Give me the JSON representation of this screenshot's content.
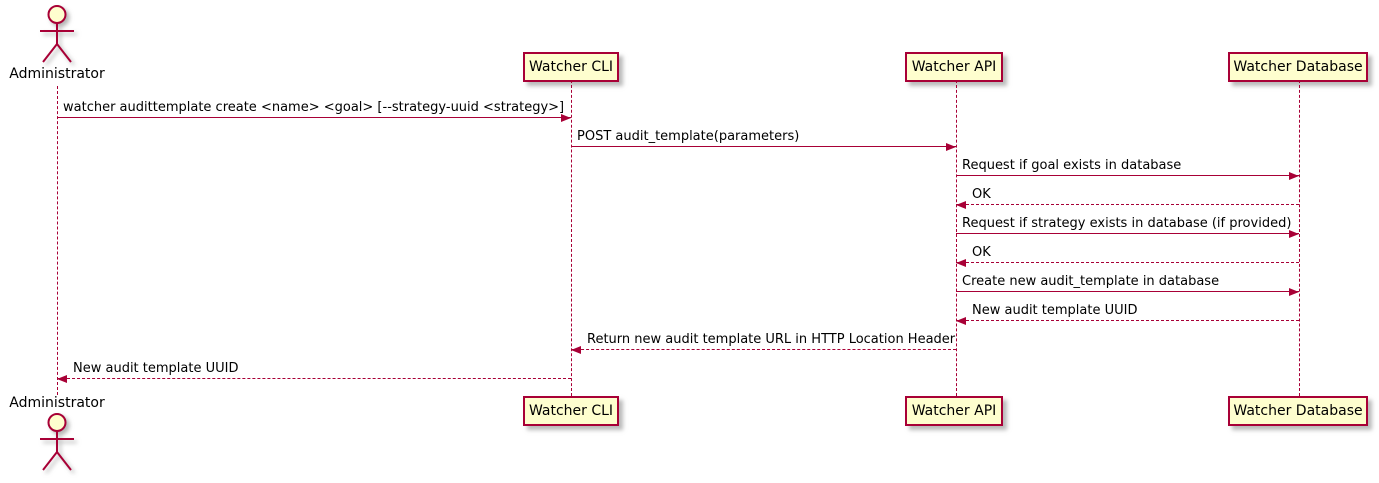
{
  "diagram": {
    "type": "sequence",
    "colors": {
      "accent": "#A80036",
      "participant_fill": "#FEFECE",
      "background": "#FFFFFF",
      "text": "#000000"
    },
    "actors": [
      {
        "name": "Administrator"
      }
    ],
    "participants": [
      {
        "label": "Watcher CLI"
      },
      {
        "label": "Watcher API"
      },
      {
        "label": "Watcher Database"
      }
    ],
    "messages": [
      {
        "label": "watcher audittemplate create <name> <goal> [--strategy-uuid <strategy>]",
        "from": "Administrator",
        "to": "Watcher CLI",
        "line": "solid",
        "direction": "right"
      },
      {
        "label": "POST audit_template(parameters)",
        "from": "Watcher CLI",
        "to": "Watcher API",
        "line": "solid",
        "direction": "right"
      },
      {
        "label": "Request if goal exists in database",
        "from": "Watcher API",
        "to": "Watcher Database",
        "line": "solid",
        "direction": "right"
      },
      {
        "label": "OK",
        "from": "Watcher Database",
        "to": "Watcher API",
        "line": "dashed",
        "direction": "left"
      },
      {
        "label": "Request if strategy exists in database (if provided)",
        "from": "Watcher API",
        "to": "Watcher Database",
        "line": "solid",
        "direction": "right"
      },
      {
        "label": "OK",
        "from": "Watcher Database",
        "to": "Watcher API",
        "line": "dashed",
        "direction": "left"
      },
      {
        "label": "Create new audit_template in database",
        "from": "Watcher API",
        "to": "Watcher Database",
        "line": "solid",
        "direction": "right"
      },
      {
        "label": "New audit template UUID",
        "from": "Watcher Database",
        "to": "Watcher API",
        "line": "dashed",
        "direction": "left"
      },
      {
        "label": "Return new audit template URL in HTTP Location Header",
        "from": "Watcher API",
        "to": "Watcher CLI",
        "line": "dashed",
        "direction": "left"
      },
      {
        "label": "New audit template UUID",
        "from": "Watcher CLI",
        "to": "Administrator",
        "line": "dashed",
        "direction": "left"
      }
    ]
  }
}
